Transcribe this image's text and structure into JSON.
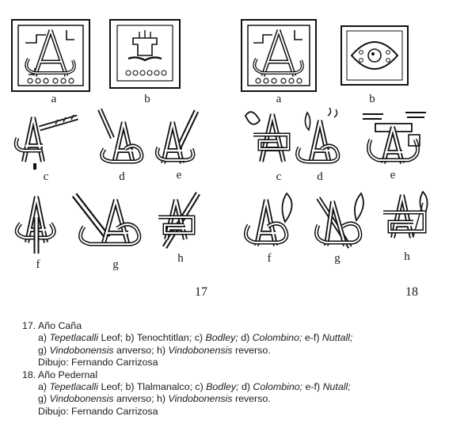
{
  "figures": [
    {
      "number": "17",
      "panels": [
        "a",
        "b",
        "c",
        "d",
        "e",
        "f",
        "g",
        "h"
      ]
    },
    {
      "number": "18",
      "panels": [
        "a",
        "b",
        "c",
        "d",
        "e",
        "f",
        "g",
        "h"
      ]
    }
  ],
  "caption": {
    "fig17": {
      "title": "17. Año Caña",
      "a": "a) ",
      "a_src": "Tepetlacalli",
      "a_rest": " Leof; b) Tenochtitlan; c) ",
      "c_src": "Bodley;",
      "d_pre": " d) ",
      "d_src": "Colombino;",
      "ef_pre": " e-f) ",
      "ef_src": "Nuttall;",
      "g_pre": "g) ",
      "g_src": "Vindobonensis",
      "g_rest": " anverso; h) ",
      "h_src": "Vindobonensis",
      "h_rest": " reverso.",
      "credit": "Dibujo: Fernando Carrizosa"
    },
    "fig18": {
      "title": "18. Año Pedernal",
      "a": "a) ",
      "a_src": "Tepetlacalli",
      "a_rest": " Leof; b) Tlalmanalco; c) ",
      "c_src": "Bodley;",
      "d_pre": " d) ",
      "d_src": "Colombino;",
      "ef_pre": " e-f) ",
      "ef_src": "Nutall;",
      "g_pre": "g) ",
      "g_src": "Vindobonensis",
      "g_rest": " anverso; h) ",
      "h_src": "Vindobonensis",
      "h_rest": " reverso.",
      "credit": "Dibujo: Fernando Carrizosa"
    }
  }
}
